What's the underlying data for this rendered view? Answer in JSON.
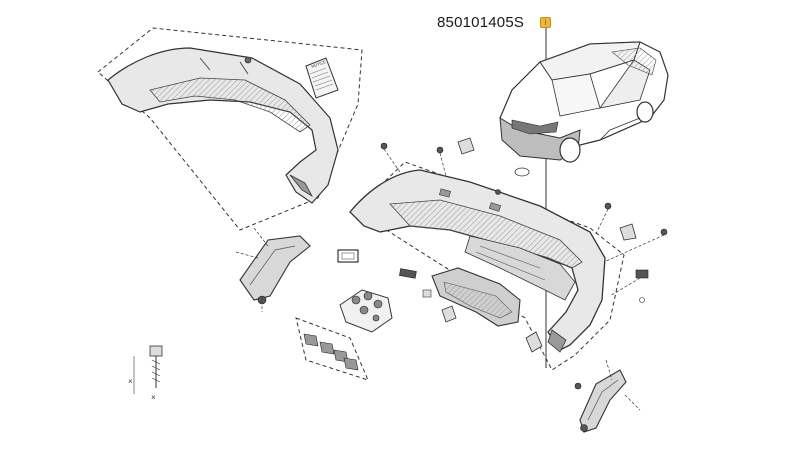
{
  "diagram": {
    "part_number": "850101405S",
    "callout_marker": "i",
    "notice_label": "NOTICE",
    "colors": {
      "line": "#333333",
      "fill": "#e6e6e6",
      "dark_fill": "#bdbdbd",
      "marker": "#f2b632"
    },
    "icons": [
      "bumper-assembly-exploded",
      "car-front-view",
      "notice-document-icon",
      "clip-fastener-icon",
      "bracket-icon"
    ]
  }
}
